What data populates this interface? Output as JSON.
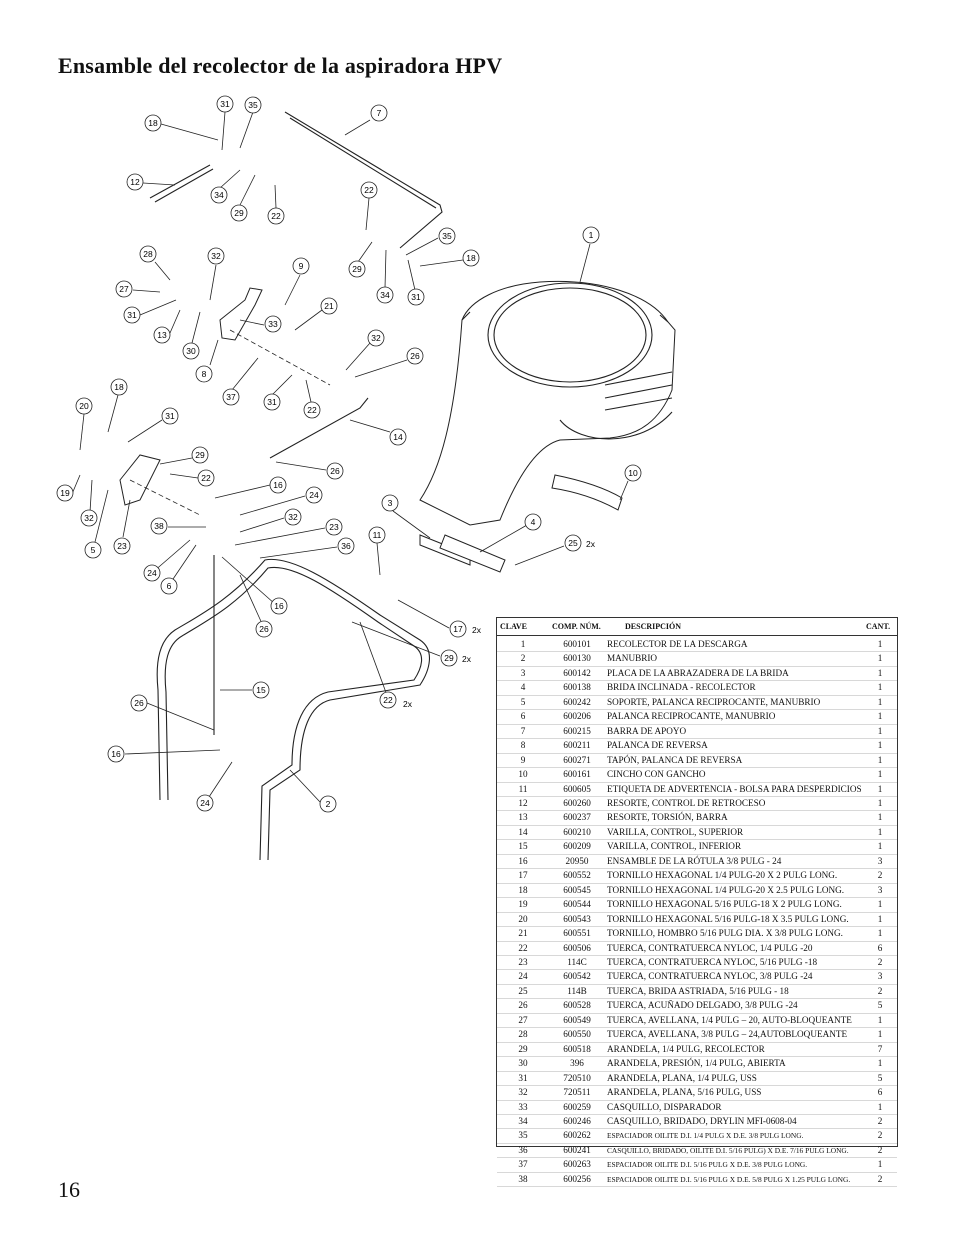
{
  "page": {
    "title": "Ensamble del recolector de la aspiradora HPV",
    "page_number": "16"
  },
  "diagram": {
    "callouts": [
      "31",
      "35",
      "7",
      "18",
      "12",
      "34",
      "29",
      "22",
      "22",
      "29",
      "34",
      "31",
      "35",
      "18",
      "1",
      "28",
      "32",
      "9",
      "27",
      "31",
      "13",
      "30",
      "8",
      "21",
      "33",
      "32",
      "26",
      "37",
      "31",
      "22",
      "14",
      "18",
      "20",
      "31",
      "29",
      "22",
      "26",
      "19",
      "32",
      "5",
      "23",
      "38",
      "16",
      "24",
      "32",
      "23",
      "36",
      "11",
      "24",
      "6",
      "16",
      "26",
      "15",
      "26",
      "16",
      "24",
      "2",
      "22",
      "29",
      "17",
      "10",
      "3",
      "4",
      "25"
    ],
    "multipliers": {
      "m25": "2x",
      "m17": "2x",
      "m29": "2x",
      "m22": "2x"
    }
  },
  "parts_table": {
    "headers": {
      "key": "CLAVE",
      "part": "COMP. NÚM.",
      "desc": "DESCRIPCIÓN",
      "qty": "CANT."
    },
    "rows": [
      {
        "key": "1",
        "part": "600101",
        "desc": "RECOLECTOR DE LA DESCARGA",
        "qty": "1"
      },
      {
        "key": "2",
        "part": "600130",
        "desc": "MANUBRIO",
        "qty": "1"
      },
      {
        "key": "3",
        "part": "600142",
        "desc": "PLACA DE LA ABRAZADERA DE LA BRIDA",
        "qty": "1"
      },
      {
        "key": "4",
        "part": "600138",
        "desc": "BRIDA INCLINADA - RECOLECTOR",
        "qty": "1"
      },
      {
        "key": "5",
        "part": "600242",
        "desc": "SOPORTE, PALANCA RECIPROCANTE, MANUBRIO",
        "qty": "1"
      },
      {
        "key": "6",
        "part": "600206",
        "desc": "PALANCA RECIPROCANTE, MANUBRIO",
        "qty": "1"
      },
      {
        "key": "7",
        "part": "600215",
        "desc": "BARRA DE APOYO",
        "qty": "1"
      },
      {
        "key": "8",
        "part": "600211",
        "desc": "PALANCA DE REVERSA",
        "qty": "1"
      },
      {
        "key": "9",
        "part": "600271",
        "desc": "TAPÓN, PALANCA DE REVERSA",
        "qty": "1"
      },
      {
        "key": "10",
        "part": "600161",
        "desc": "CINCHO CON GANCHO",
        "qty": "1"
      },
      {
        "key": "11",
        "part": "600605",
        "desc": "ETIQUETA DE ADVERTENCIA - BOLSA PARA DESPERDICIOS",
        "qty": "1"
      },
      {
        "key": "12",
        "part": "600260",
        "desc": "RESORTE, CONTROL DE RETROCESO",
        "qty": "1"
      },
      {
        "key": "13",
        "part": "600237",
        "desc": "RESORTE, TORSIÓN, BARRA",
        "qty": "1"
      },
      {
        "key": "14",
        "part": "600210",
        "desc": "VARILLA, CONTROL, SUPERIOR",
        "qty": "1"
      },
      {
        "key": "15",
        "part": "600209",
        "desc": "VARILLA, CONTROL, INFERIOR",
        "qty": "1"
      },
      {
        "key": "16",
        "part": "20950",
        "desc": "ENSAMBLE DE LA RÓTULA 3/8 PULG - 24",
        "qty": "3"
      },
      {
        "key": "17",
        "part": "600552",
        "desc": "TORNILLO HEXAGONAL 1/4 PULG-20 X 2 PULG LONG.",
        "qty": "2"
      },
      {
        "key": "18",
        "part": "600545",
        "desc": "TORNILLO HEXAGONAL 1/4 PULG-20 X 2.5 PULG LONG.",
        "qty": "3"
      },
      {
        "key": "19",
        "part": "600544",
        "desc": "TORNILLO HEXAGONAL 5/16 PULG-18 X 2 PULG LONG.",
        "qty": "1"
      },
      {
        "key": "20",
        "part": "600543",
        "desc": "TORNILLO HEXAGONAL 5/16 PULG-18 X 3.5 PULG LONG.",
        "qty": "1"
      },
      {
        "key": "21",
        "part": "600551",
        "desc": "TORNILLO, HOMBRO 5/16 PULG DIA. X 3/8 PULG LONG.",
        "qty": "1"
      },
      {
        "key": "22",
        "part": "600506",
        "desc": "TUERCA, CONTRATUERCA NYLOC, 1/4 PULG -20",
        "qty": "6"
      },
      {
        "key": "23",
        "part": "114C",
        "desc": "TUERCA, CONTRATUERCA NYLOC, 5/16 PULG -18",
        "qty": "2"
      },
      {
        "key": "24",
        "part": "600542",
        "desc": "TUERCA, CONTRATUERCA NYLOC, 3/8 PULG -24",
        "qty": "3"
      },
      {
        "key": "25",
        "part": "114B",
        "desc": "TUERCA, BRIDA ASTRIADA, 5/16 PULG - 18",
        "qty": "2"
      },
      {
        "key": "26",
        "part": "600528",
        "desc": "TUERCA, ACUÑADO DELGADO, 3/8 PULG -24",
        "qty": "5"
      },
      {
        "key": "27",
        "part": "600549",
        "desc": "TUERCA, AVELLANA, 1/4 PULG – 20, AUTO-BLOQUEANTE",
        "qty": "1"
      },
      {
        "key": "28",
        "part": "600550",
        "desc": "TUERCA, AVELLANA, 3/8 PULG – 24,AUTOBLOQUEANTE",
        "qty": "1"
      },
      {
        "key": "29",
        "part": "600518",
        "desc": "ARANDELA, 1/4 PULG, RECOLECTOR",
        "qty": "7"
      },
      {
        "key": "30",
        "part": "396",
        "desc": "ARANDELA, PRESIÓN, 1/4 PULG, ABIERTA",
        "qty": "1"
      },
      {
        "key": "31",
        "part": "720510",
        "desc": "ARANDELA, PLANA, 1/4 PULG, USS",
        "qty": "5"
      },
      {
        "key": "32",
        "part": "720511",
        "desc": "ARANDELA, PLANA, 5/16 PULG, USS",
        "qty": "6"
      },
      {
        "key": "33",
        "part": "600259",
        "desc": "CASQUILLO, DISPARADOR",
        "qty": "1"
      },
      {
        "key": "34",
        "part": "600246",
        "desc": "CASQUILLO, BRIDADO, DRYLIN MFI-0608-04",
        "qty": "2"
      },
      {
        "key": "35",
        "part": "600262",
        "desc": "ESPACIADOR OILITE D.I. 1/4 PULG X D.E. 3/8 PULG LONG.",
        "qty": "2"
      },
      {
        "key": "36",
        "part": "600241",
        "desc": "CASQUILLO, BRIDADO, OILITE D.I. 5/16 PULG) X D.E. 7/16 PULG LONG.",
        "qty": "2"
      },
      {
        "key": "37",
        "part": "600263",
        "desc": "ESPACIADOR OILITE D.I. 5/16 PULG X D.E. 3/8 PULG LONG.",
        "qty": "1"
      },
      {
        "key": "38",
        "part": "600256",
        "desc": "ESPACIADOR OILITE D.I. 5/16 PULG X D.E. 5/8 PULG X 1.25 PULG LONG.",
        "qty": "2"
      }
    ]
  }
}
